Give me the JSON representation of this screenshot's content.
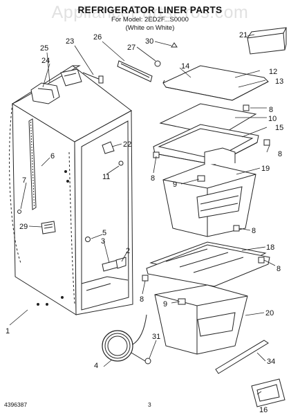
{
  "header": {
    "title": "REFRIGERATOR LINER PARTS",
    "model_line": "For Model: 2ED2F...S0000",
    "color_line": "(White on White)"
  },
  "watermark": "AppliancePartsPros.com",
  "footer": {
    "part_number": "4396387",
    "page": "3"
  },
  "part_labels": [
    {
      "id": "label-1",
      "text": "1"
    },
    {
      "id": "label-2",
      "text": "2"
    },
    {
      "id": "label-3",
      "text": "3"
    },
    {
      "id": "label-4",
      "text": "4"
    },
    {
      "id": "label-5",
      "text": "5"
    },
    {
      "id": "label-6",
      "text": "6"
    },
    {
      "id": "label-7",
      "text": "7"
    },
    {
      "id": "label-8a",
      "text": "8"
    },
    {
      "id": "label-8b",
      "text": "8"
    },
    {
      "id": "label-8c",
      "text": "8"
    },
    {
      "id": "label-8d",
      "text": "8"
    },
    {
      "id": "label-8e",
      "text": "8"
    },
    {
      "id": "label-8f",
      "text": "8"
    },
    {
      "id": "label-9a",
      "text": "9"
    },
    {
      "id": "label-9b",
      "text": "9"
    },
    {
      "id": "label-10",
      "text": "10"
    },
    {
      "id": "label-11",
      "text": "11"
    },
    {
      "id": "label-12",
      "text": "12"
    },
    {
      "id": "label-13",
      "text": "13"
    },
    {
      "id": "label-14",
      "text": "14"
    },
    {
      "id": "label-15",
      "text": "15"
    },
    {
      "id": "label-16",
      "text": "16"
    },
    {
      "id": "label-18",
      "text": "18"
    },
    {
      "id": "label-19",
      "text": "19"
    },
    {
      "id": "label-20",
      "text": "20"
    },
    {
      "id": "label-21",
      "text": "21"
    },
    {
      "id": "label-22",
      "text": "22"
    },
    {
      "id": "label-23",
      "text": "23"
    },
    {
      "id": "label-24",
      "text": "24"
    },
    {
      "id": "label-25",
      "text": "25"
    },
    {
      "id": "label-26",
      "text": "26"
    },
    {
      "id": "label-27",
      "text": "27"
    },
    {
      "id": "label-29",
      "text": "29"
    },
    {
      "id": "label-30",
      "text": "30"
    },
    {
      "id": "label-31",
      "text": "31"
    },
    {
      "id": "label-34",
      "text": "34"
    }
  ]
}
